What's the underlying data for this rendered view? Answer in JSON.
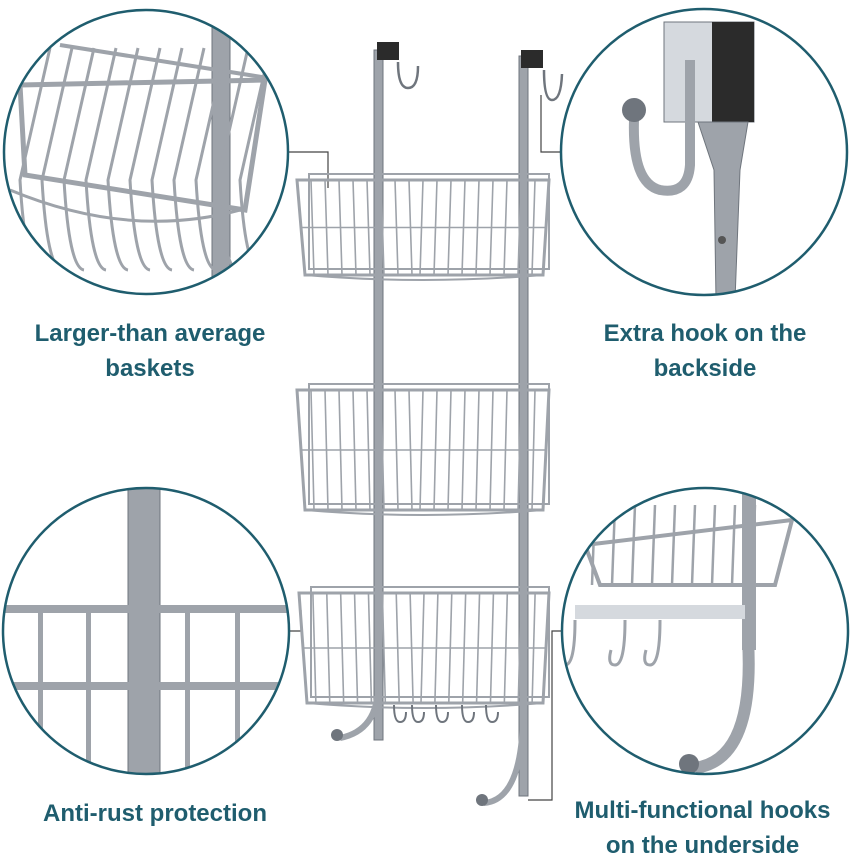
{
  "features": {
    "top_left": {
      "line1": "Larger-than average",
      "line2": "baskets"
    },
    "top_right": {
      "line1": "Extra hook on the",
      "line2": "backside"
    },
    "bottom_left": {
      "line1": "Anti-rust protection"
    },
    "bottom_right": {
      "line1": "Multi-functional hooks",
      "line2": "on the underside"
    }
  },
  "colors": {
    "caption_text": "#1f5d6e",
    "circle_border": "#1f5d6e",
    "metal": "#9ea3aa",
    "metal_dark": "#6f757d",
    "metal_light": "#d5d9de",
    "bracket_dark": "#2b2b2b",
    "background": "#ffffff"
  },
  "icons": {
    "product": "over-door-shower-caddy-icon",
    "basket_detail": "wire-basket-icon",
    "hook_detail": "door-hook-icon",
    "rust_detail": "metal-pole-icon",
    "underside_detail": "hooks-icon"
  }
}
